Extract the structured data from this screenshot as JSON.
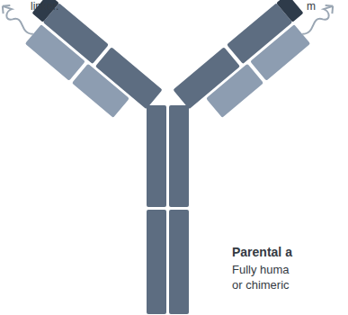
{
  "diagram": {
    "labels": [
      "linker.",
      "m",
      "Parental a",
      "Fully huma",
      "or chimeric"
    ]
  }
}
